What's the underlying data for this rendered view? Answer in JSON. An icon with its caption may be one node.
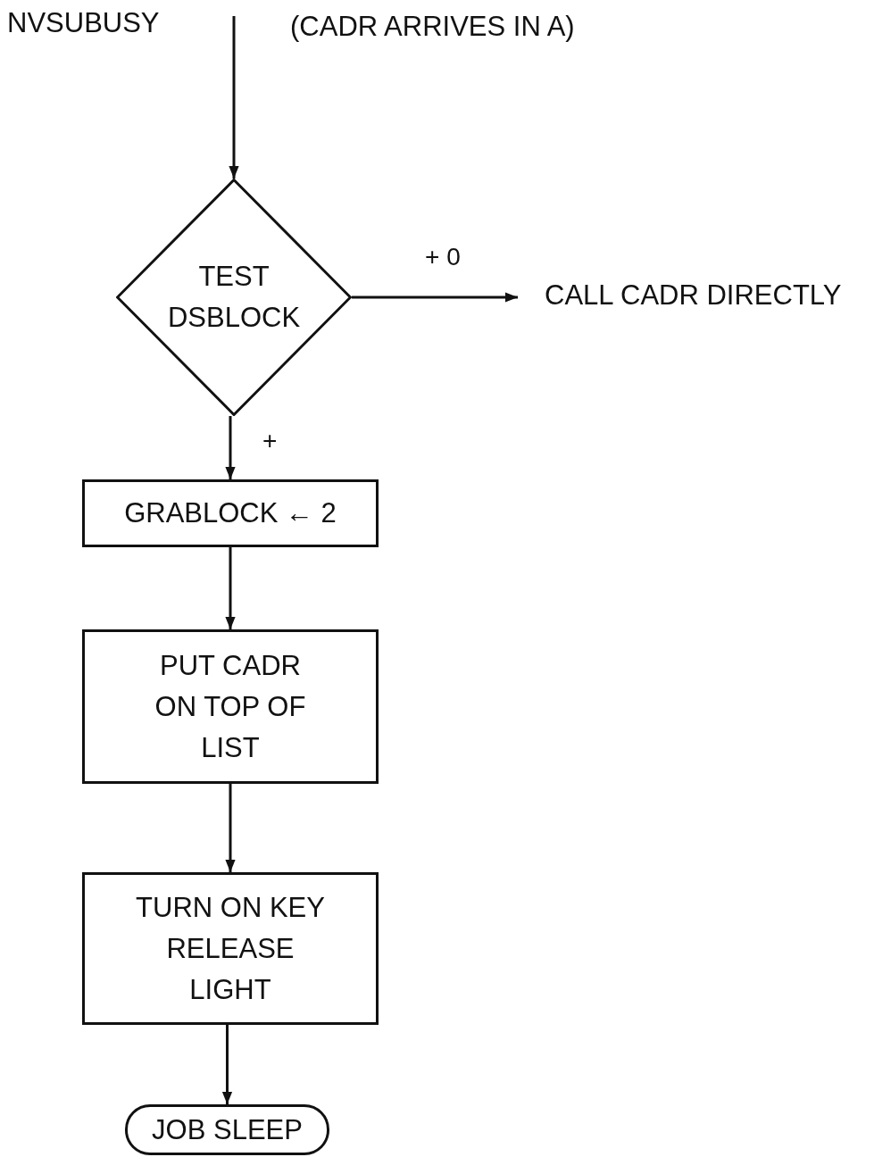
{
  "diagram": {
    "nodes": [
      {
        "text": [
          "TEST DSBLOCK"
        ]
      },
      {
        "text": [
          "CALL CADR DIRECTLY"
        ]
      },
      {
        "text": [
          "GRABLOCK ← 2"
        ]
      },
      {
        "text": [
          "PUT CADR ON TOP OF LIST"
        ]
      },
      {
        "text": [
          "TURN ON KEY RELEASE LIGHT"
        ]
      },
      {
        "text": [
          "JOB SLEEP"
        ]
      }
    ],
    "edges": [
      {
        "from": null,
        "to": 0,
        "arrow": "to"
      },
      {
        "from": 0,
        "to": 1,
        "arrow": "to",
        "label": "+ 0"
      },
      {
        "from": 0,
        "to": 2,
        "arrow": "to",
        "label": "+"
      },
      {
        "from": 2,
        "to": 3,
        "arrow": "to"
      },
      {
        "from": 3,
        "to": 4,
        "arrow": "to"
      },
      {
        "from": 4,
        "to": 5,
        "arrow": "to"
      }
    ],
    "labels": [
      "NVSUBUSY",
      "(CADR ARRIVES IN A)"
    ]
  }
}
